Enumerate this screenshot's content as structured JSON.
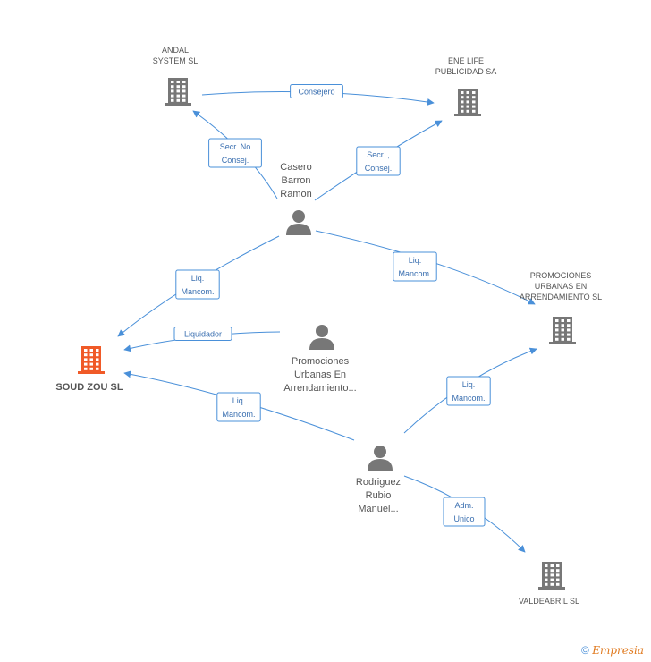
{
  "nodes": [
    {
      "id": "andal",
      "kind": "company",
      "lines": [
        "ANDAL",
        "SYSTEM SL"
      ]
    },
    {
      "id": "enelife",
      "kind": "company",
      "lines": [
        "ENE LIFE",
        "PUBLICIDAD SA"
      ]
    },
    {
      "id": "promociones_co",
      "kind": "company",
      "lines": [
        "PROMOCIONES",
        "URBANAS EN",
        "ARRENDAMIENTO SL"
      ]
    },
    {
      "id": "soud",
      "kind": "company",
      "main": true,
      "lines": [
        "SOUD ZOU SL"
      ]
    },
    {
      "id": "valdeabril",
      "kind": "company",
      "lines": [
        "VALDEABRIL SL"
      ]
    },
    {
      "id": "casero",
      "kind": "person",
      "lines": [
        "Casero",
        "Barron",
        "Ramon"
      ]
    },
    {
      "id": "promociones_p",
      "kind": "person",
      "lines": [
        "Promociones",
        "Urbanas En",
        "Arrendamiento..."
      ]
    },
    {
      "id": "rodriguez",
      "kind": "person",
      "lines": [
        "Rodriguez",
        "Rubio",
        "Manuel..."
      ]
    }
  ],
  "edges": [
    {
      "from": "andal",
      "to": "enelife",
      "label": [
        "Consejero"
      ]
    },
    {
      "from": "casero",
      "to": "andal",
      "label": [
        "Secr.  No",
        "Consej."
      ]
    },
    {
      "from": "casero",
      "to": "enelife",
      "label": [
        "Secr. ,",
        "Consej."
      ]
    },
    {
      "from": "casero",
      "to": "soud",
      "label": [
        "Liq.",
        "Mancom."
      ]
    },
    {
      "from": "casero",
      "to": "promociones_co",
      "label": [
        "Liq.",
        "Mancom."
      ]
    },
    {
      "from": "promociones_p",
      "to": "soud",
      "label": [
        "Liquidador"
      ]
    },
    {
      "from": "rodriguez",
      "to": "soud",
      "label": [
        "Liq.",
        "Mancom."
      ]
    },
    {
      "from": "rodriguez",
      "to": "promociones_co",
      "label": [
        "Liq.",
        "Mancom."
      ]
    },
    {
      "from": "rodriguez",
      "to": "valdeabril",
      "label": [
        "Adm.",
        "Unico"
      ]
    }
  ],
  "colors": {
    "edge": "#4a90d9",
    "company_icon": "#777777",
    "main_icon": "#f05a28",
    "person_icon": "#777777"
  },
  "footer": {
    "copyright": "©",
    "brand": "Empresia"
  }
}
